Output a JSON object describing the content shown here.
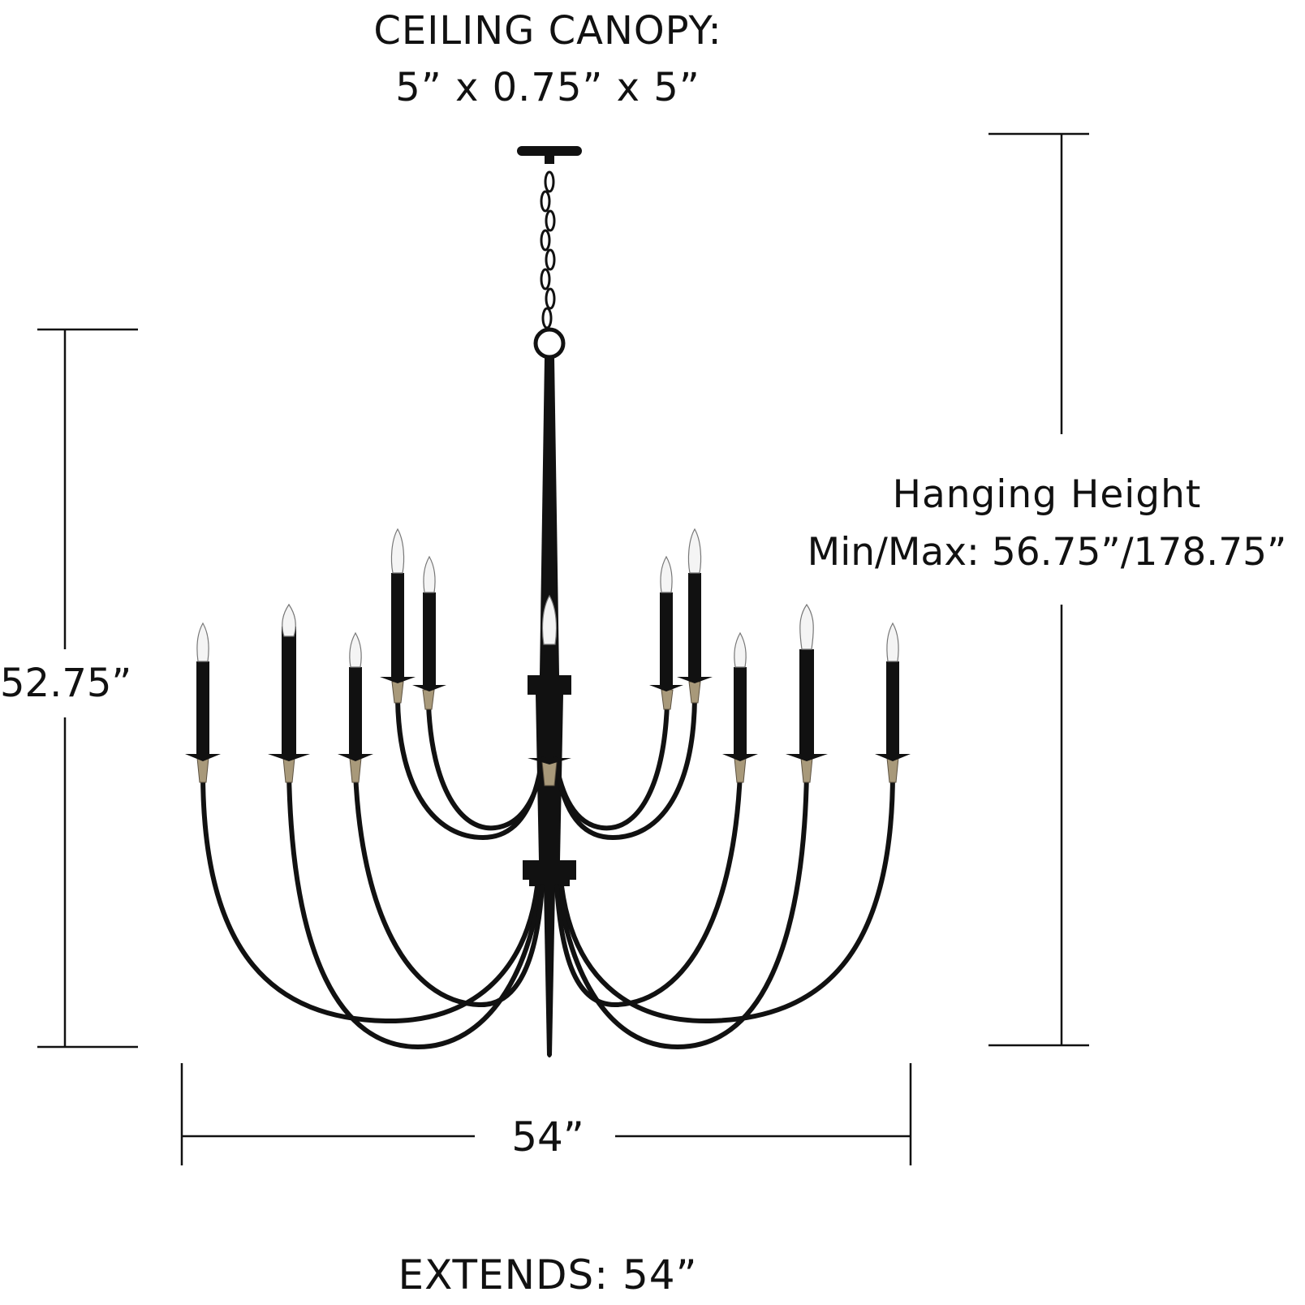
{
  "canopy": {
    "title": "CEILING CANOPY:",
    "dimensions": "5” x 0.75” x 5”"
  },
  "hanging_height": {
    "title": "Hanging Height",
    "values": "Min/Max: 56.75”/178.75”"
  },
  "fixture_height": "52.75”",
  "fixture_width": "54”",
  "extends": "EXTENDS: 54”",
  "colors": {
    "fixture": "#111111",
    "accent_brass": "#a8997a",
    "dimension_lines": "#111111"
  }
}
